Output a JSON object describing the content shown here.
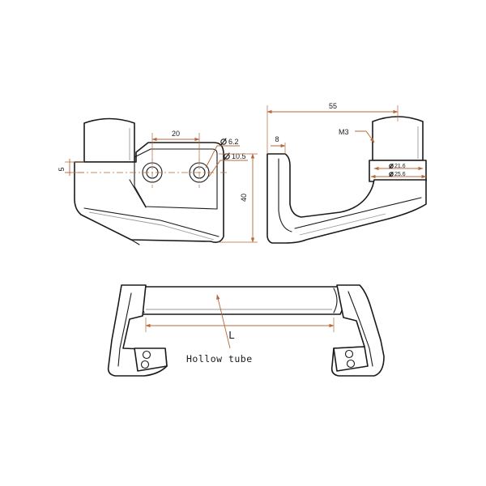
{
  "colors": {
    "line": "#1a1a1a",
    "dimension": "#b5683a",
    "shade": "#9a9a9a",
    "background": "#ffffff"
  },
  "front_view": {
    "dim_pitch": "20",
    "dim_hole": "6.2",
    "dim_counterbore": "10.5",
    "dim_height": "40",
    "dim_offset": "5"
  },
  "side_view": {
    "dim_reach": "55",
    "dim_thickness": "8",
    "dim_thread": "M3",
    "dim_inner_dia": "21.6",
    "dim_outer_dia": "25.6"
  },
  "iso_view": {
    "dim_length": "L",
    "tube_label": "Hollow tube"
  }
}
